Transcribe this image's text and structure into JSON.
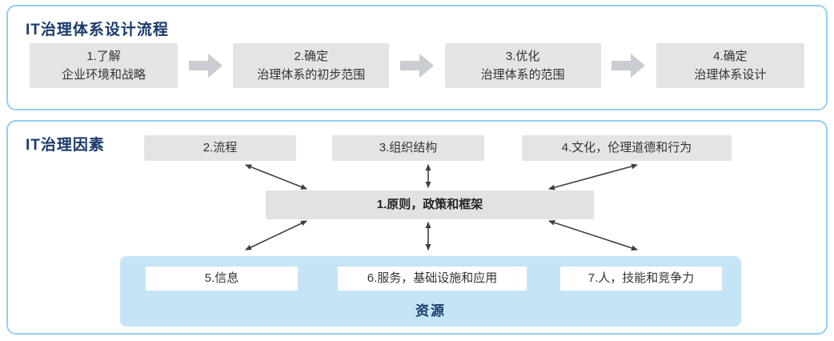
{
  "process_panel": {
    "title": "IT治理体系设计流程",
    "steps": [
      {
        "line1": "1.了解",
        "line2": "企业环境和战略"
      },
      {
        "line1": "2.确定",
        "line2": "治理体系的初步范围"
      },
      {
        "line1": "3.优化",
        "line2": "治理体系的范围"
      },
      {
        "line1": "4.确定",
        "line2": "治理体系设计"
      }
    ]
  },
  "factors_panel": {
    "title": "IT治理因素",
    "top_factors": [
      "2.流程",
      "3.组织结构",
      "4.文化，伦理道德和行为"
    ],
    "center_factor": "1.原则，政策和框架",
    "resources": {
      "items": [
        "5.信息",
        "6.服务，基础设施和应用",
        "7.人，技能和竞争力"
      ],
      "label": "资源"
    }
  },
  "icons": {
    "flow_arrow": "right-block-arrow",
    "link_arrow": "double-headed-arrow"
  },
  "colors": {
    "panel_border": "#93cff0",
    "title_text": "#1b3a6b",
    "box_fill": "#e4e4e4",
    "flow_arrow_fill": "#c9ccd0",
    "resources_fill": "#c5e5f6",
    "link_arrow": "#3f3f3f"
  }
}
